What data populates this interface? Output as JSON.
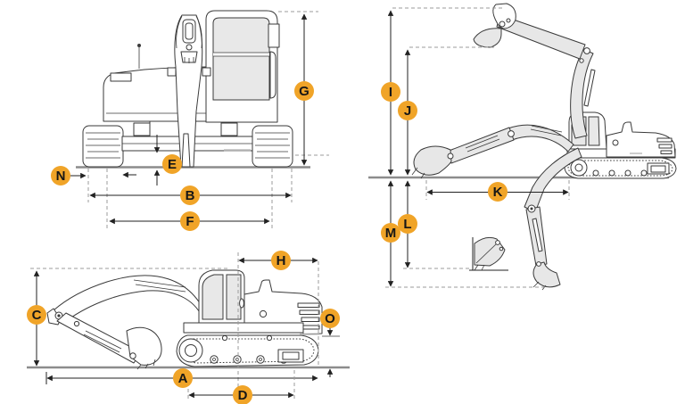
{
  "diagram": {
    "type": "excavator-dimension-diagram",
    "accent_color": "#F0A428",
    "label_text_color": "#161616",
    "labels": {
      "A": "A",
      "B": "B",
      "C": "C",
      "D": "D",
      "E": "E",
      "F": "F",
      "G": "G",
      "H": "H",
      "I": "I",
      "J": "J",
      "K": "K",
      "L": "L",
      "M": "M",
      "N": "N",
      "O": "O"
    },
    "views": {
      "front": {
        "dimension_letters": [
          "G",
          "E",
          "N",
          "B",
          "F"
        ]
      },
      "side": {
        "dimension_letters": [
          "C",
          "H",
          "O",
          "A",
          "D"
        ]
      },
      "working_range": {
        "dimension_letters": [
          "I",
          "J",
          "K",
          "L",
          "M"
        ]
      }
    }
  }
}
